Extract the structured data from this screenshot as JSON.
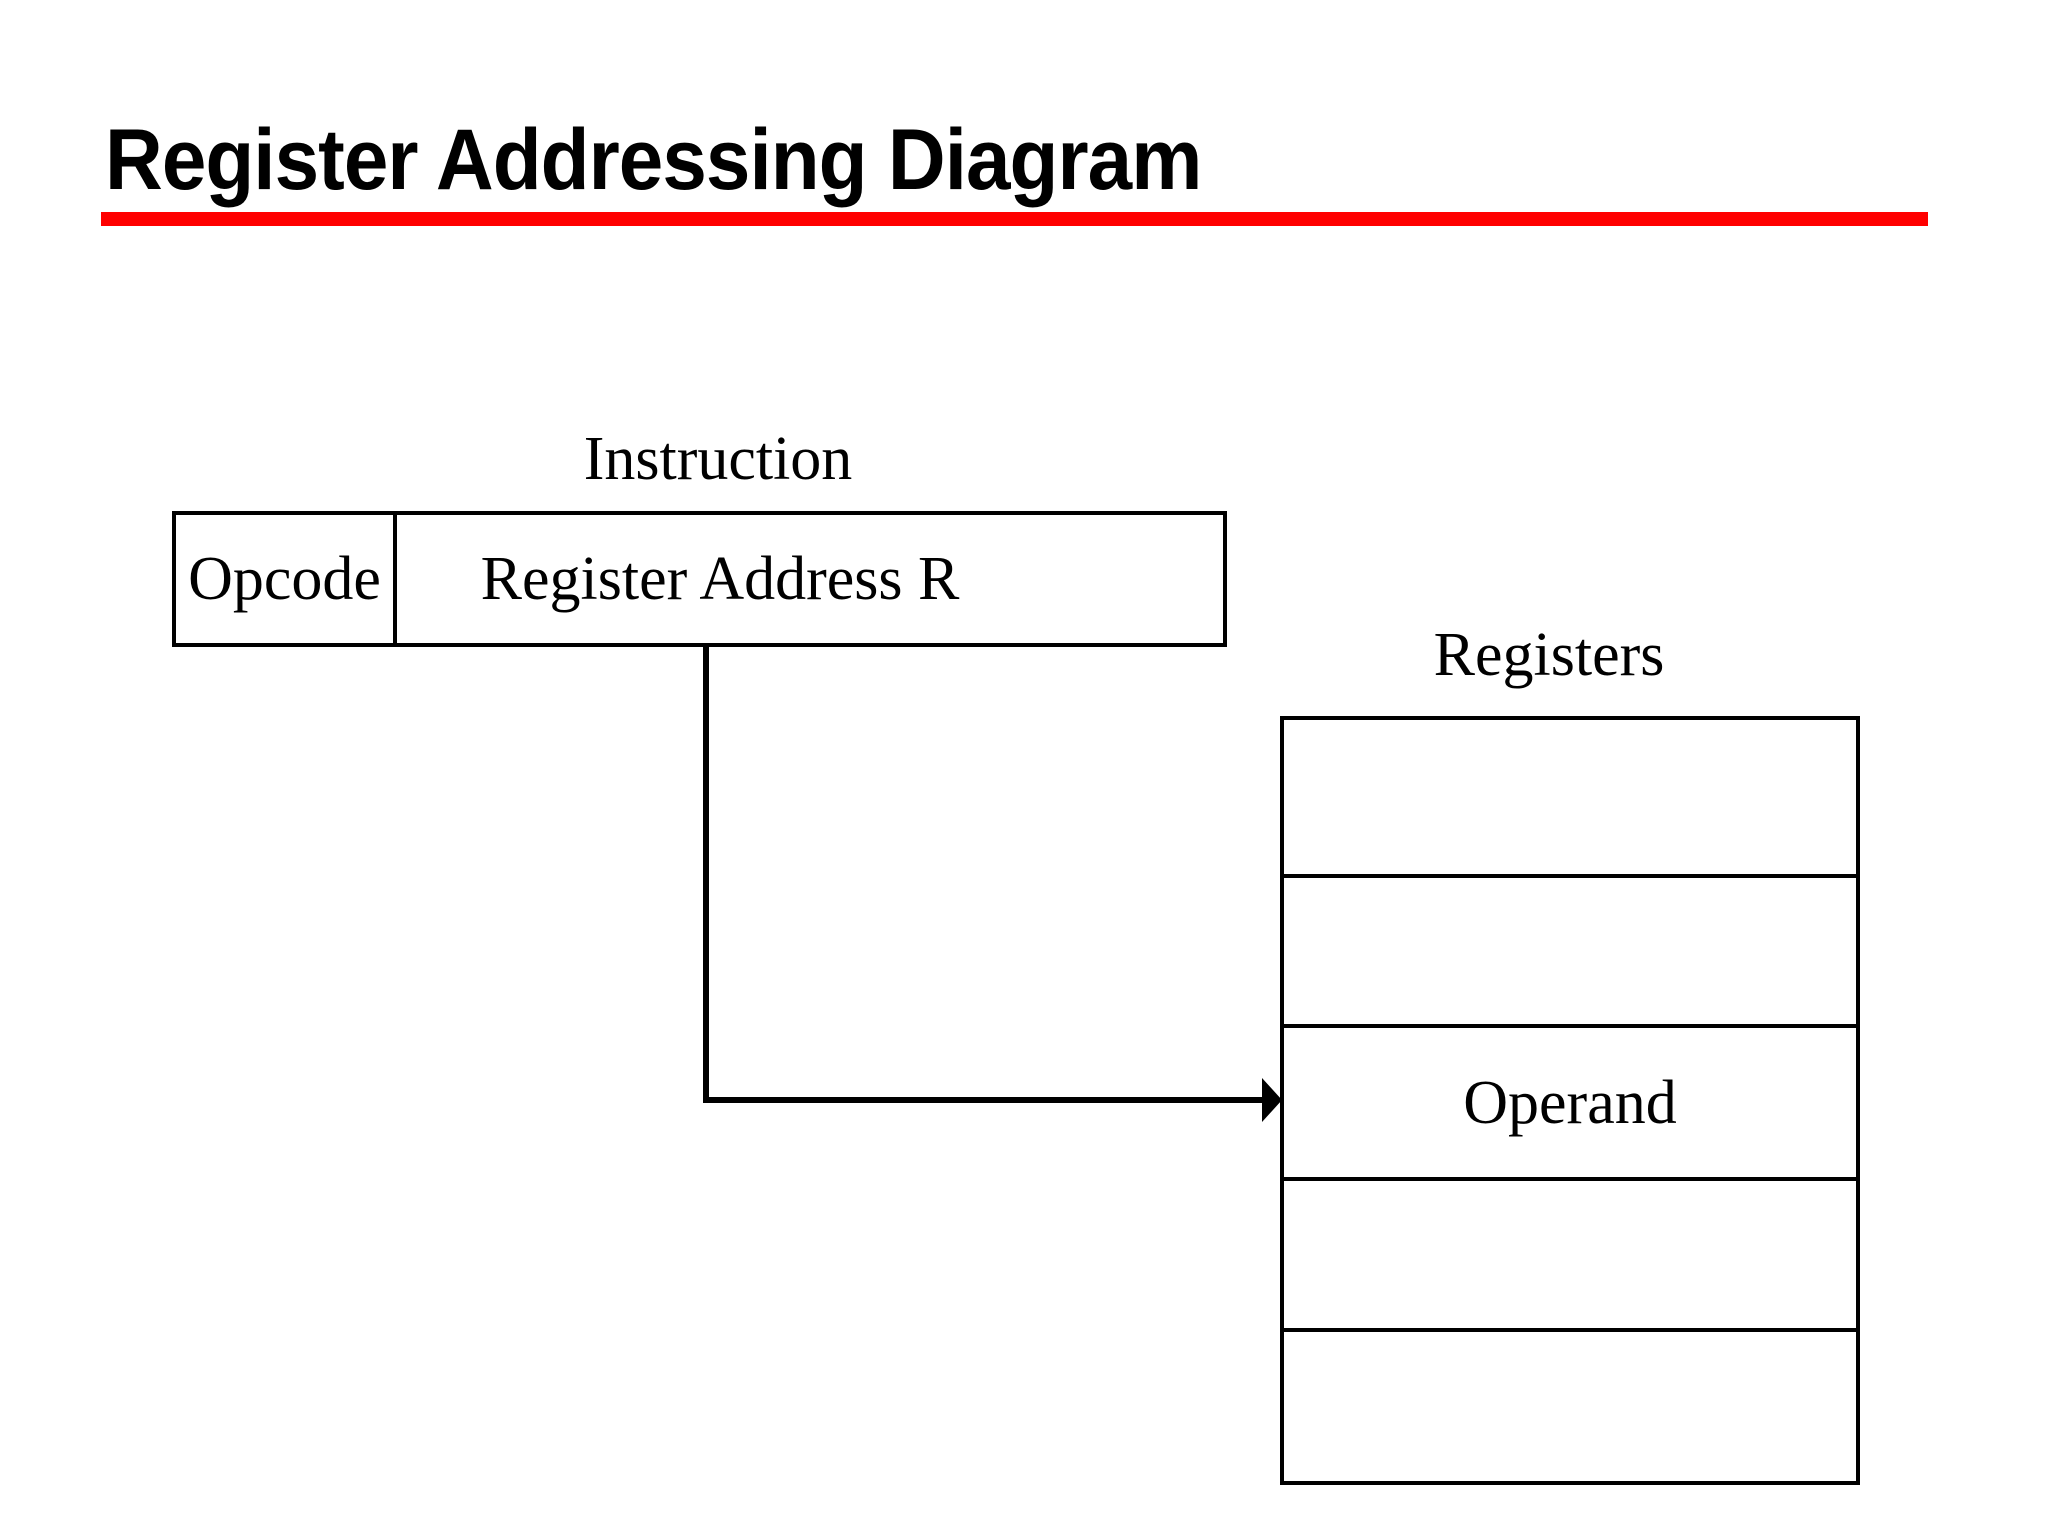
{
  "slide": {
    "title": "Register Addressing Diagram",
    "accent_color": "#FF0000",
    "background_color": "#FFFFFF",
    "text_color": "#000000"
  },
  "instruction": {
    "caption": "Instruction",
    "fields": [
      {
        "name": "opcode",
        "label": "Opcode"
      },
      {
        "name": "register-address",
        "label": "Register Address R"
      }
    ]
  },
  "registers": {
    "caption": "Registers",
    "rows": [
      {
        "index": 0,
        "label": ""
      },
      {
        "index": 1,
        "label": ""
      },
      {
        "index": 2,
        "label": "Operand"
      },
      {
        "index": 3,
        "label": ""
      },
      {
        "index": 4,
        "label": ""
      }
    ]
  },
  "connector": {
    "name": "register-address-to-operand-arrow",
    "from": "register-address-field",
    "to": "registers-row-operand"
  }
}
